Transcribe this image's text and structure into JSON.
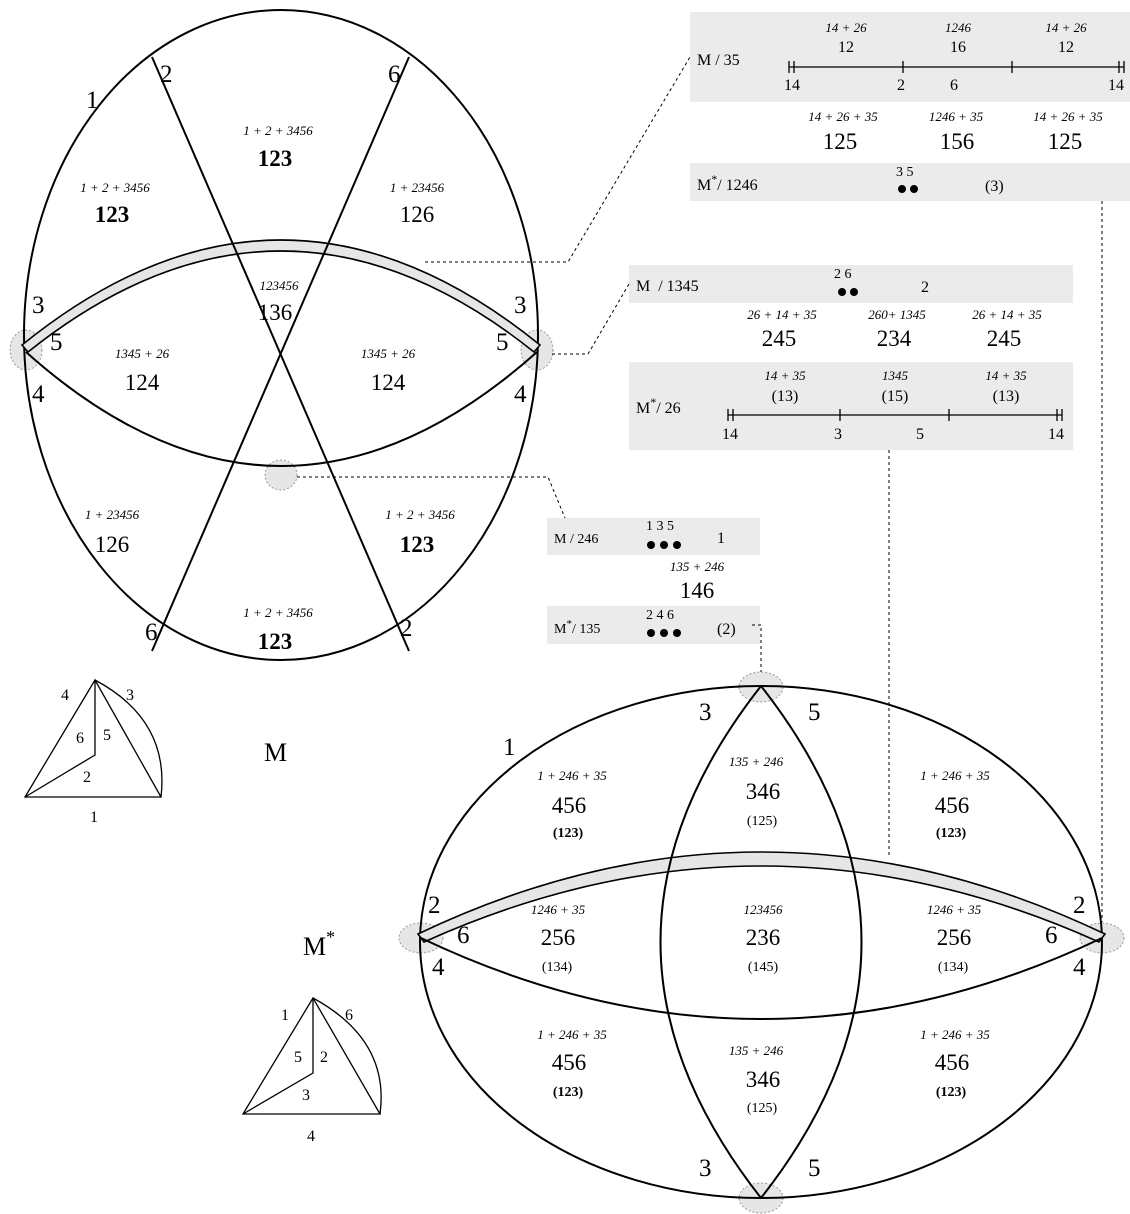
{
  "matroid_M": {
    "name": "M",
    "edge_labels": {
      "e1": "1",
      "e2_top": "2",
      "e6_top": "6",
      "e3_left": "3",
      "e5_left": "5",
      "e4_left": "4",
      "e3_right": "3",
      "e5_right": "5",
      "e4_right": "4",
      "e6_bottom": "6",
      "e2_bottom": "2"
    },
    "regions": [
      {
        "formula": "1 + 2 + 3456",
        "value": "123",
        "bold": true
      },
      {
        "formula": "1 + 2 + 3456",
        "value": "123",
        "bold": true
      },
      {
        "formula": "1 + 23456",
        "value": "126",
        "bold": false
      },
      {
        "formula": "123456",
        "value": "136",
        "bold": false
      },
      {
        "formula": "1345 + 26",
        "value": "124",
        "bold": false
      },
      {
        "formula": "1345 + 26",
        "value": "124",
        "bold": false
      },
      {
        "formula": "1 + 23456",
        "value": "126",
        "bold": false
      },
      {
        "formula": "1 + 2 + 3456",
        "value": "123",
        "bold": true
      },
      {
        "formula": "1 + 2 + 3456",
        "value": "123",
        "bold": true
      }
    ],
    "triangle": {
      "top_left": "4",
      "top_right": "3",
      "inner_6": "6",
      "inner_5": "5",
      "inner_2": "2",
      "bottom": "1"
    }
  },
  "matroid_Mstar": {
    "name": "M",
    "superscript": "*",
    "edge_labels": {
      "e1": "1",
      "top3": "3",
      "top5": "5",
      "left2": "2",
      "left6": "6",
      "left4": "4",
      "right2": "2",
      "right6": "6",
      "right4": "4",
      "bot3": "3",
      "bot5": "5"
    },
    "regions": [
      {
        "formula": "1 + 246 + 35",
        "value": "456",
        "sub": "(123)",
        "sub_bold": true
      },
      {
        "formula": "135 + 246",
        "value": "346",
        "sub": "(125)",
        "sub_bold": false
      },
      {
        "formula": "1 + 246 + 35",
        "value": "456",
        "sub": "(123)",
        "sub_bold": true
      },
      {
        "formula": "1246 + 35",
        "value": "256",
        "sub": "(134)",
        "sub_bold": false
      },
      {
        "formula": "123456",
        "value": "236",
        "sub": "(145)",
        "sub_bold": false
      },
      {
        "formula": "1246 + 35",
        "value": "256",
        "sub": "(134)",
        "sub_bold": false
      },
      {
        "formula": "1 + 246 + 35",
        "value": "456",
        "sub": "(123)",
        "sub_bold": true
      },
      {
        "formula": "135 + 246",
        "value": "346",
        "sub": "(125)",
        "sub_bold": false
      },
      {
        "formula": "1 + 246 + 35",
        "value": "456",
        "sub": "(123)",
        "sub_bold": true
      }
    ],
    "triangle": {
      "top_left": "1",
      "top_right": "6",
      "inner_5": "5",
      "inner_2": "2",
      "inner_3": "3",
      "bottom": "4"
    }
  },
  "panel_M35": {
    "label": "M / 35",
    "top_formulas": [
      "14 + 26",
      "1246",
      "14 + 26"
    ],
    "top_values": [
      "12",
      "16",
      "12"
    ],
    "axis_ticks": [
      "14",
      "2",
      "6",
      "14"
    ],
    "below_formulas": [
      "14 + 26 + 35",
      "1246 + 35",
      "14 + 26 + 35"
    ],
    "below_values": [
      "125",
      "156",
      "125"
    ]
  },
  "panel_Mstar1246": {
    "label_main": "M",
    "label_sup": "*",
    "label_rest": "/ 1246",
    "dots_label": "3 5",
    "note": "(3)"
  },
  "panel_M1345": {
    "label": "M  / 1345",
    "dots_label": "2 6",
    "note": "2",
    "below_formulas": [
      "26 + 14 + 35",
      "260+ 1345",
      "26 + 14 + 35"
    ],
    "below_values": [
      "245",
      "234",
      "245"
    ]
  },
  "panel_Mstar26": {
    "label_main": "M",
    "label_sup": "*",
    "label_rest": "/ 26",
    "top_formulas": [
      "14 + 35",
      "1345",
      "14 + 35"
    ],
    "top_values": [
      "(13)",
      "(15)",
      "(13)"
    ],
    "axis_ticks": [
      "14",
      "3",
      "5",
      "14"
    ]
  },
  "panel_M246": {
    "label": "M / 246",
    "dots_label": "1 3 5",
    "note": "1",
    "below_formula": "135 + 246",
    "below_value": "146"
  },
  "panel_Mstar135": {
    "label_main": "M",
    "label_sup": "*",
    "label_rest": "/ 135",
    "dots_label": "2 4 6",
    "note": "(2)"
  }
}
